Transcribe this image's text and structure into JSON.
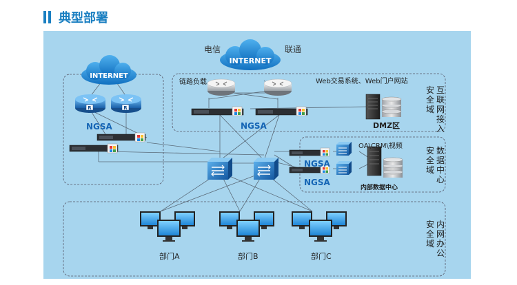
{
  "section_title": "典型部署",
  "diagram": {
    "isp_left": "电信",
    "isp_right": "联通",
    "internet_top": "INTERNET",
    "internet_left": "INTERNET",
    "router_badge": "R",
    "link_balance": "链路负载",
    "web_systems": "Web交易系统、Web门户网站",
    "zone_internet_access": "互联网接入安全域",
    "dmz": "DMZ区",
    "ngsa_labels": [
      "NGSA",
      "NGSA",
      "NGSA",
      "NGSA"
    ],
    "datacenter_apps": "OA\\CRM\\视频",
    "internal_data_center": "内部数据中心",
    "zone_data_center": "数据中心安全域",
    "zone_office": "内网办公安全域",
    "departments": [
      "部门A",
      "部门B",
      "部门C"
    ]
  },
  "colors": {
    "accent": "#1a7fc1",
    "background": "#a7d5ee",
    "ngsa_text": "#1565b5",
    "cloud": "#1e88d3",
    "switch": "#1f74c4"
  }
}
